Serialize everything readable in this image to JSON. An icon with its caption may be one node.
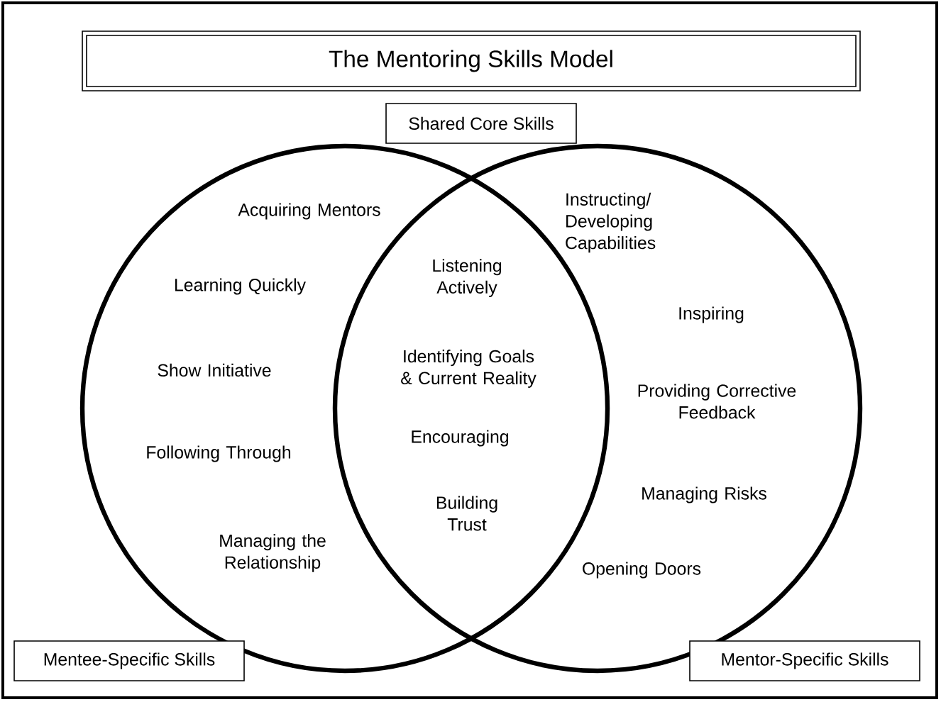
{
  "diagram": {
    "title": "The Mentoring Skills Model",
    "nodes": [
      {
        "text": [
          "Shared Core Skills"
        ]
      },
      {
        "text": [],
        "shape": "circle"
      },
      {
        "text": [],
        "shape": "circle"
      },
      {
        "text": [
          "Mentee-Specific Skills"
        ]
      },
      {
        "text": [
          "Mentor-Specific Skills"
        ]
      }
    ],
    "edges": [],
    "labels": [
      "Acquiring Mentors",
      "Learning Quickly",
      "Show Initiative",
      "Following Through",
      "Managing the Relationship",
      "Listening Actively",
      "Identifying Goals & Current Reality",
      "Encouraging",
      "Building Trust",
      "Instructing/ Developing Capabilities",
      "Inspiring",
      "Providing Corrective Feedback",
      "Managing Risks",
      "Opening Doors"
    ]
  }
}
